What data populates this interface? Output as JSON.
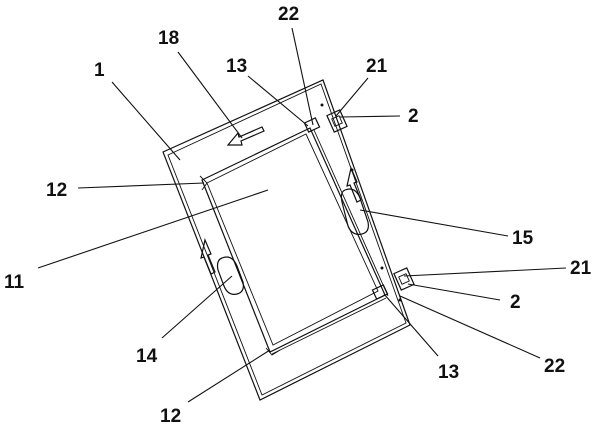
{
  "figure": {
    "labels": {
      "n1": "1",
      "n18": "18",
      "n22_top": "22",
      "n13_top": "13",
      "n21_top": "21",
      "n2_top": "2",
      "n12_left": "12",
      "n15": "15",
      "n11": "11",
      "n21_right": "21",
      "n2_right": "2",
      "n22_right": "22",
      "n14": "14",
      "n13_bottom": "13",
      "n12_bottom": "12"
    }
  }
}
